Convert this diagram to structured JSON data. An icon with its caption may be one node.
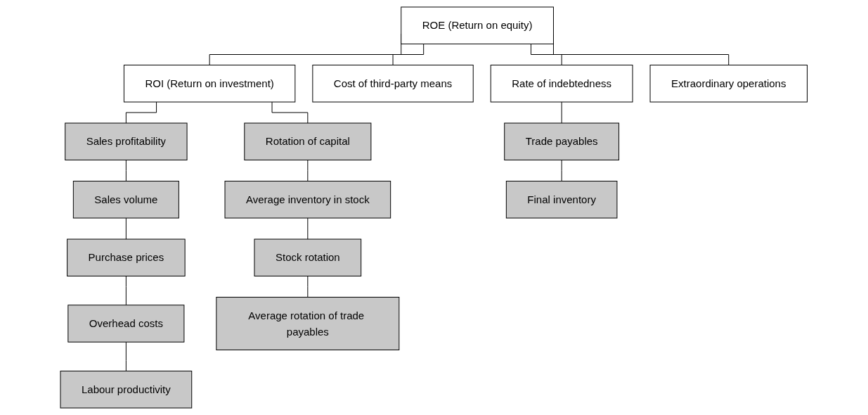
{
  "diagram": {
    "nodes": [
      {
        "text": [
          "ROE (Return on equity)"
        ]
      },
      {
        "text": [
          "ROI (Return on investment)"
        ]
      },
      {
        "text": [
          "Cost of third-party means"
        ]
      },
      {
        "text": [
          "Rate of indebtedness"
        ]
      },
      {
        "text": [
          "Extraordinary operations"
        ]
      },
      {
        "text": [
          "Sales profitability"
        ]
      },
      {
        "text": [
          "Rotation of capital"
        ]
      },
      {
        "text": [
          "Sales volume"
        ]
      },
      {
        "text": [
          "Average inventory in stock"
        ]
      },
      {
        "text": [
          "Purchase prices"
        ]
      },
      {
        "text": [
          "Stock rotation"
        ]
      },
      {
        "text": [
          "Overhead costs"
        ]
      },
      {
        "text": [
          "Average rotation of trade payables"
        ]
      },
      {
        "text": [
          "Labour productivity"
        ]
      },
      {
        "text": [
          "Trade payables"
        ]
      },
      {
        "text": [
          "Final inventory"
        ]
      }
    ],
    "edges": [
      {
        "from": 0,
        "to": 1,
        "arrow": "none"
      },
      {
        "from": 0,
        "to": 2,
        "arrow": "none"
      },
      {
        "from": 0,
        "to": 3,
        "arrow": "none"
      },
      {
        "from": 0,
        "to": 4,
        "arrow": "none"
      },
      {
        "from": 1,
        "to": 5,
        "arrow": "none"
      },
      {
        "from": 1,
        "to": 6,
        "arrow": "none"
      },
      {
        "from": 5,
        "to": 7,
        "arrow": "none"
      },
      {
        "from": 7,
        "to": 9,
        "arrow": "none"
      },
      {
        "from": 9,
        "to": 11,
        "arrow": "none"
      },
      {
        "from": 11,
        "to": 13,
        "arrow": "none"
      },
      {
        "from": 6,
        "to": 8,
        "arrow": "none"
      },
      {
        "from": 8,
        "to": 10,
        "arrow": "none"
      },
      {
        "from": 10,
        "to": 12,
        "arrow": "none"
      },
      {
        "from": 3,
        "to": 14,
        "arrow": "none"
      },
      {
        "from": 14,
        "to": 15,
        "arrow": "none"
      }
    ]
  }
}
